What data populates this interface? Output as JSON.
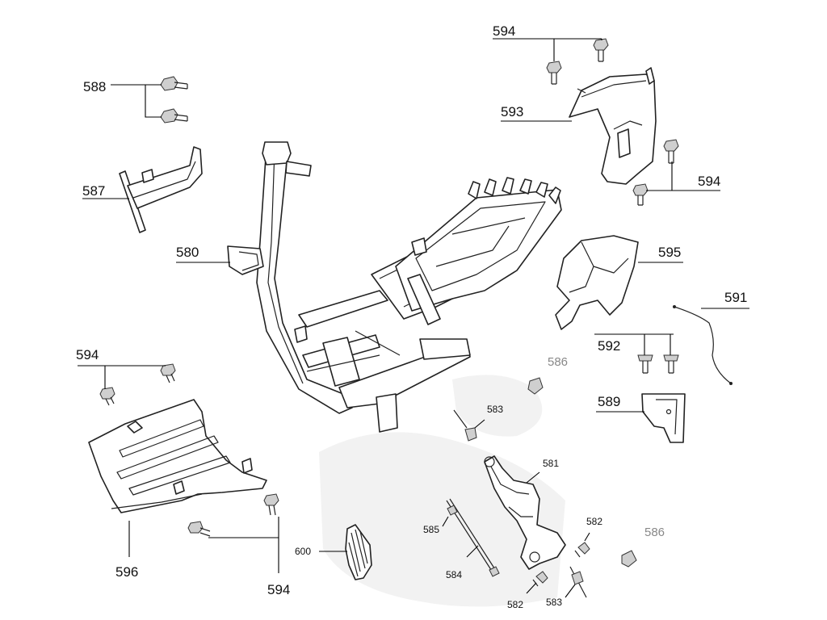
{
  "diagram": {
    "labels": {
      "l580": "580",
      "l581": "581",
      "l582a": "582",
      "l582b": "582",
      "l583a": "583",
      "l583b": "583",
      "l584": "584",
      "l585": "585",
      "l586a": "586",
      "l586b": "586",
      "l587": "587",
      "l588": "588",
      "l589": "589",
      "l591": "591",
      "l592": "592",
      "l593": "593",
      "l594a": "594",
      "l594b": "594",
      "l594c": "594",
      "l594d": "594",
      "l595": "595",
      "l596": "596",
      "l600": "600"
    }
  }
}
